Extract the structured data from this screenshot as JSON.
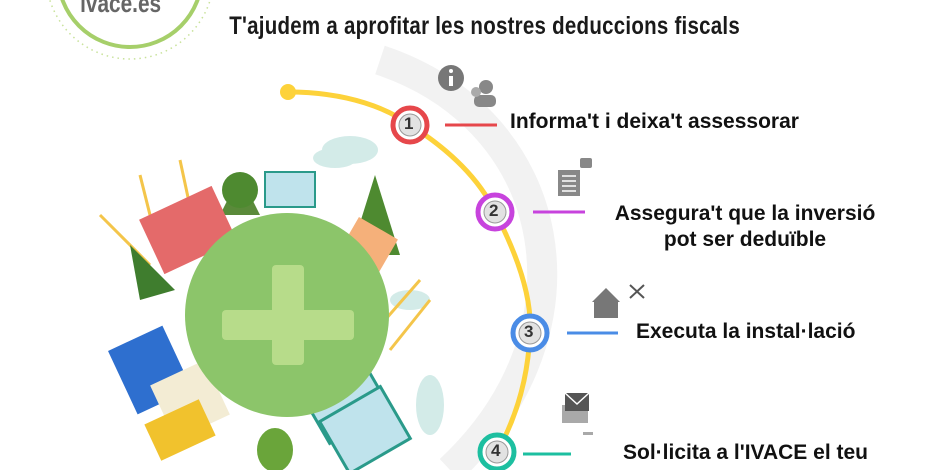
{
  "logo": {
    "text": "ivace.es",
    "color": "#a6cf6a"
  },
  "title": "T'ajudem a aprofitar les nostres deduccions fiscals",
  "steps": [
    {
      "number": "1",
      "lines": [
        "Informa't i deixa't assessorar"
      ],
      "color": "#e6474b",
      "icon": "info-and-users-icon"
    },
    {
      "number": "2",
      "lines": [
        "Assegura't que la inversió",
        "pot ser deduïble"
      ],
      "color": "#c743dd",
      "icon": "document-thumbs-up-icon"
    },
    {
      "number": "3",
      "lines": [
        "Executa la instal·lació"
      ],
      "color": "#4a8ce6",
      "icon": "house-tools-icon"
    },
    {
      "number": "4",
      "lines": [
        "Sol·licita a l'IVACE el teu"
      ],
      "color": "#1dbfa0",
      "icon": "envelope-computer-icon"
    }
  ],
  "colors": {
    "arc": "#fdd23a",
    "planet": "#8cc56a",
    "plus": "#b7dc8a"
  }
}
